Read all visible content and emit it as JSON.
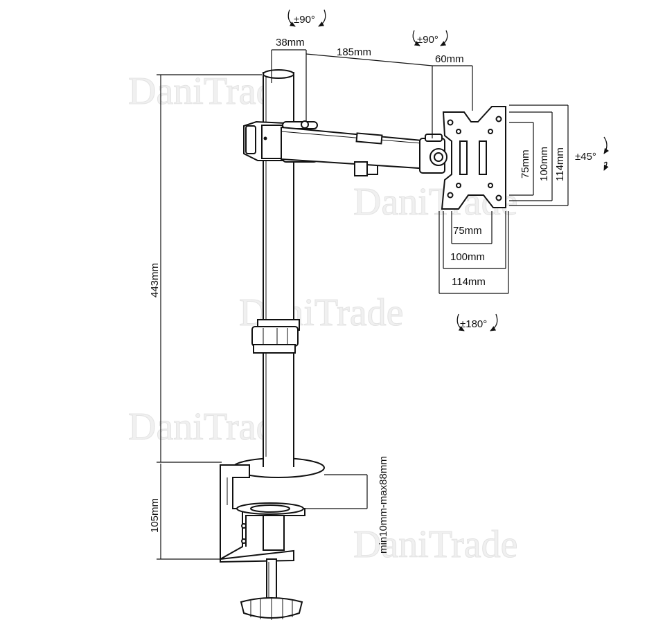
{
  "watermark": "DaniTrade",
  "dimensions": {
    "pole_offset": "38mm",
    "arm_length": "185mm",
    "head_offset": "60mm",
    "height": "443mm",
    "clamp_height": "105mm",
    "desk_thickness": "min10mm-max88mm",
    "vesa_h_small": "75mm",
    "vesa_h_large": "100mm",
    "plate_width": "114mm",
    "vesa_v_small": "75mm",
    "vesa_v_large": "100mm",
    "plate_height": "114mm"
  },
  "rotations": {
    "arm_swivel": "±90°",
    "head_swivel": "±90°",
    "tilt": "±45°",
    "rotate": "±180°"
  }
}
